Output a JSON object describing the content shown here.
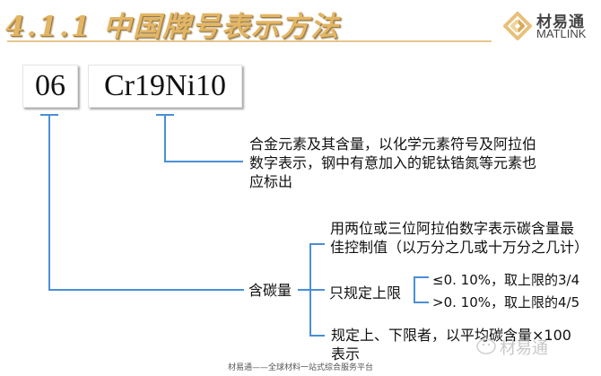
{
  "header": {
    "title": "4.1.1 中国牌号表示方法",
    "title_color": "#e3b564",
    "logo": {
      "icon": "matlink-diamond-icon",
      "name_cn": "材易通",
      "name_en": "MATLINK",
      "accent": "#e8c07a"
    }
  },
  "designation": {
    "carbon_code": "06",
    "alloy_code": "Cr19Ni10"
  },
  "alloy_explanation": {
    "lines": [
      "合金元素及其含量，以化学元素符号及阿拉伯",
      "数字表示，钢中有意加入的铌钛锆氮等元素也",
      "应标出"
    ]
  },
  "carbon": {
    "label": "含碳量",
    "branches": [
      {
        "lines": [
          "用两位或三位阿拉伯数字表示碳含量最",
          "佳控制值（以万分之几或十万分之几计）"
        ]
      },
      {
        "lines": [
          "只规定上限"
        ],
        "sub_branches": [
          "≤0. 10%，取上限的3/4",
          ">0. 10%，取上限的4/5"
        ]
      },
      {
        "lines": [
          "规定上、下限者，以平均碳含量×100",
          "表示"
        ]
      }
    ]
  },
  "connector_color": "#4a8fd6",
  "watermark": {
    "icon": "wechat-icon",
    "text": "材易通"
  },
  "footer": {
    "text": "材易通——全球材料一站式综合服务平台"
  }
}
